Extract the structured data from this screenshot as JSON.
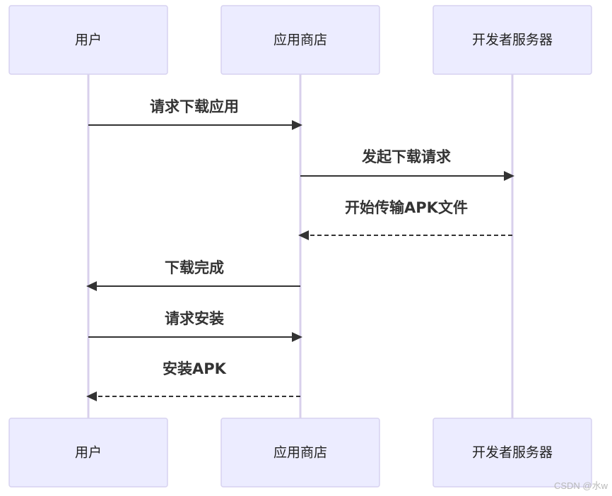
{
  "participants": [
    {
      "id": "user",
      "label": "用户"
    },
    {
      "id": "store",
      "label": "应用商店"
    },
    {
      "id": "dev",
      "label": "开发者服务器"
    }
  ],
  "messages": [
    {
      "from": "user",
      "to": "store",
      "label": "请求下载应用",
      "style": "solid"
    },
    {
      "from": "store",
      "to": "dev",
      "label": "发起下载请求",
      "style": "solid"
    },
    {
      "from": "dev",
      "to": "store",
      "label": "开始传输APK文件",
      "style": "dashed"
    },
    {
      "from": "store",
      "to": "user",
      "label": "下载完成",
      "style": "solid"
    },
    {
      "from": "user",
      "to": "store",
      "label": "请求安装",
      "style": "solid"
    },
    {
      "from": "store",
      "to": "user",
      "label": "安装APK",
      "style": "dashed"
    }
  ],
  "watermark": "CSDN @水w",
  "colors": {
    "actor_fill": "#ececff",
    "actor_border": "#d7d2f0",
    "lifeline": "#d8d0ec",
    "arrow": "#333333"
  }
}
